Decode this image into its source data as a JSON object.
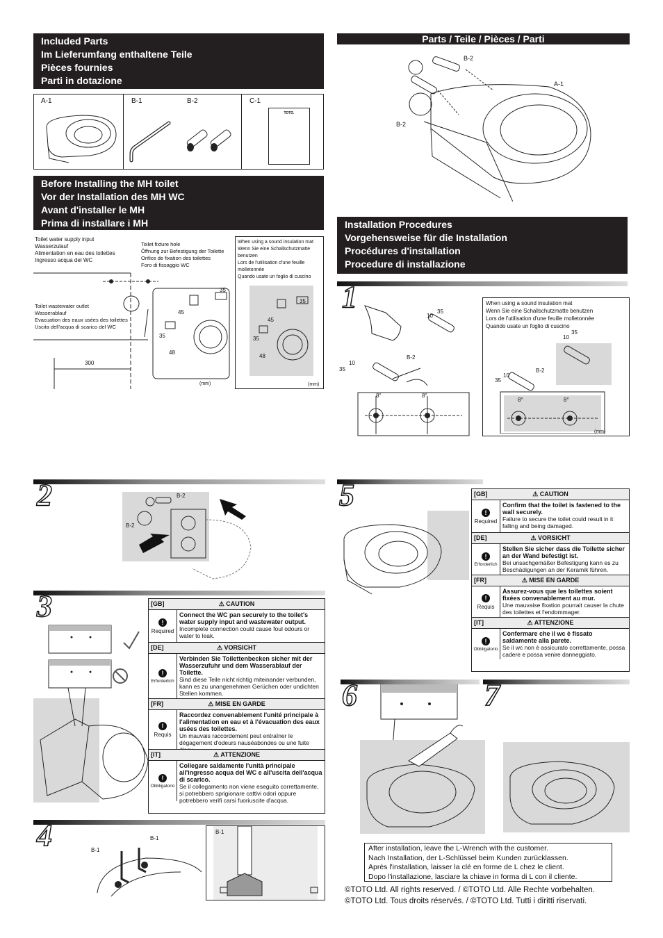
{
  "included_parts": {
    "heading": [
      "Included Parts",
      "Im Lieferumfang enthaltene Teile",
      "Pièces fournies",
      "Parti in dotazione"
    ],
    "labels": {
      "a1": "A-1",
      "b1": "B-1",
      "b2": "B-2",
      "c1": "C-1"
    },
    "manual_logo": "TOTO."
  },
  "parts_diagram": {
    "heading": "Parts / Teile / Pièces / Parti",
    "labels": {
      "b2_top": "B-2",
      "a1": "A-1",
      "b2_left": "B-2"
    }
  },
  "before_install": {
    "heading": [
      "Before Installing the MH toilet",
      "Vor der Installation des MH WC",
      "Avant d'installer le MH",
      "Prima di installare i MH"
    ],
    "water_supply": [
      "Toilet water supply input",
      "Wasserzulauf",
      "Alimentation en eau des toilettes",
      "Ingresso acqua del WC"
    ],
    "fixture_hole": [
      "Toilet fixture hole",
      "Öffnung zur Befestigung der Toilette",
      "Orifice de fixation des toilettes",
      "Foro di fissaggio WC"
    ],
    "wastewater": [
      "Toilet wastewater outlet",
      "Wasserablauf",
      "Evacuation des eaux usées des toilettes",
      "Uscita dell'acqua di scarico del WC"
    ],
    "dim_300": "300",
    "dims": {
      "d35": "35",
      "d45": "45",
      "d48": "48"
    },
    "unit": "(mm)",
    "sound_mat": [
      "When using a sound insulation mat",
      "Wenn Sie eine Schallschutzmatte benutzen",
      "Lors de l'utilisation d'une feuille molletonnée",
      "Quando usate un foglio di cuscino"
    ]
  },
  "installation": {
    "heading": [
      "Installation Procedures",
      "Vorgehensweise für die Installation",
      "Procédures d'installation",
      "Procedure di installazione"
    ],
    "step1": {
      "num": "1",
      "dims": {
        "d10": "10",
        "d35": "35",
        "deg": "8°"
      },
      "b2": "B-2",
      "sound_mat": [
        "When using a sound insulation mat",
        "Wenn Sie eine Schallschutzmatte benutzen",
        "Lors de l'utilisation d'une feuille molletonnée",
        "Quando usate un foglio di cuscino"
      ],
      "unit": "(mm)"
    },
    "step2": {
      "num": "2",
      "b2a": "B-2",
      "b2b": "B-2"
    },
    "step3": {
      "num": "3"
    },
    "step4": {
      "num": "4",
      "b1a": "B-1",
      "b1b": "B-1",
      "b1c": "B-1"
    },
    "step5": {
      "num": "5"
    },
    "step6": {
      "num": "6"
    },
    "step7": {
      "num": "7"
    }
  },
  "warning3": [
    {
      "lang": "[GB]",
      "title": "CAUTION",
      "icon": "Required",
      "bold": "Connect the WC pan securely to the toilet's water supply input and wastewater output.",
      "text": "Incomplete connection could cause foul odours or water to leak."
    },
    {
      "lang": "[DE]",
      "title": "VORSICHT",
      "icon": "Erforderlich",
      "bold": "Verbinden Sie Toilettenbecken sicher mit der Wasserzufuhr und dem Wasserablauf der Toilette.",
      "text": "Sind diese Teile nicht richtig miteinander verbunden, kann es zu unangenehmen Gerüchen oder undichten Stellen kommen."
    },
    {
      "lang": "[FR]",
      "title": "MISE EN GARDE",
      "icon": "Requis",
      "bold": "Raccordez convenablement l'unité principale à l'alimentation en eau et à l'évacuation des eaux usées des toilettes.",
      "text": "Un mauvais raccordement peut entraîner le dégagement d'odeurs nauséabondes ou une fuite d'eau."
    },
    {
      "lang": "[IT]",
      "title": "ATTENZIONE",
      "icon": "Obbligatorio",
      "bold": "Collegare saldamente l'unità principale all'ingresso acqua del WC e all'uscita dell'acqua di scarico.",
      "text": "Se il collegamento non viene eseguito correttamente, si potrebbero sprigionare cattivi odori oppure potrebbero verifi carsi fuoriuscite d'acqua."
    }
  ],
  "warning5": [
    {
      "lang": "[GB]",
      "title": "CAUTION",
      "icon": "Required",
      "bold": "Confirm that the toilet is fastened to the wall securely.",
      "text": "Failure to secure the toilet could result in it falling and being damaged."
    },
    {
      "lang": "[DE]",
      "title": "VORSICHT",
      "icon": "Erforderlich",
      "bold": "Stellen Sie sicher dass die Toilette sicher an der Wand befestigt ist.",
      "text": "Bei unsachgemäßer Befestigung kann es zu Beschädigungen an der Keramik führen."
    },
    {
      "lang": "[FR]",
      "title": "MISE EN GARDE",
      "icon": "Requis",
      "bold": "Assurez-vous que les toilettes soient fixées convenablement au mur.",
      "text": "Une mauvaise fixation pourrait causer la chute des toilettes et l'endommager."
    },
    {
      "lang": "[IT]",
      "title": "ATTENZIONE",
      "icon": "Obbligatorio",
      "bold": "Confermare che il wc è fissato saldamente alla parete.",
      "text": "Se il wc non è assicurato correttamente, possa cadere e possa venire danneggiato."
    }
  ],
  "after_install": [
    "After installation, leave the L-Wrench with the customer.",
    "Nach Installation, der L-Schlüssel beim Kunden zurücklassen.",
    "Après l'installation, laisser la clé en forme de L chez le client.",
    "Dopo l'installazione, lasciare la chiave in forma di L con il cliente."
  ],
  "copyright": [
    "©TOTO Ltd. All rights reserved. / ©TOTO Ltd. Alle Rechte vorbehalten.",
    "©TOTO Ltd. Tous droits réservés. / ©TOTO Ltd. Tutti i diritti riservati."
  ]
}
